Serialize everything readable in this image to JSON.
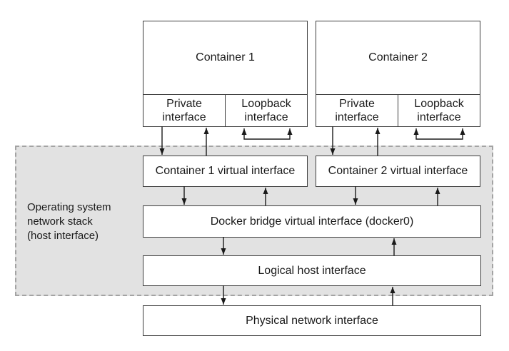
{
  "diagram": {
    "containers": [
      {
        "title": "Container 1",
        "private_interface": "Private\ninterface",
        "loopback_interface": "Loopback\ninterface",
        "virtual_interface": "Container 1 virtual interface"
      },
      {
        "title": "Container 2",
        "private_interface": "Private\ninterface",
        "loopback_interface": "Loopback\ninterface",
        "virtual_interface": "Container 2 virtual interface"
      }
    ],
    "os_region_label": "Operating system\nnetwork stack\n(host interface)",
    "bridge_label": "Docker bridge virtual interface (docker0)",
    "logical_host_label": "Logical host interface",
    "physical_label": "Physical network interface",
    "colors": {
      "region_fill": "#e2e2e2",
      "region_border": "#a3a3a3",
      "box_border": "#3d3d3d",
      "arrow": "#1a1a1a"
    }
  }
}
